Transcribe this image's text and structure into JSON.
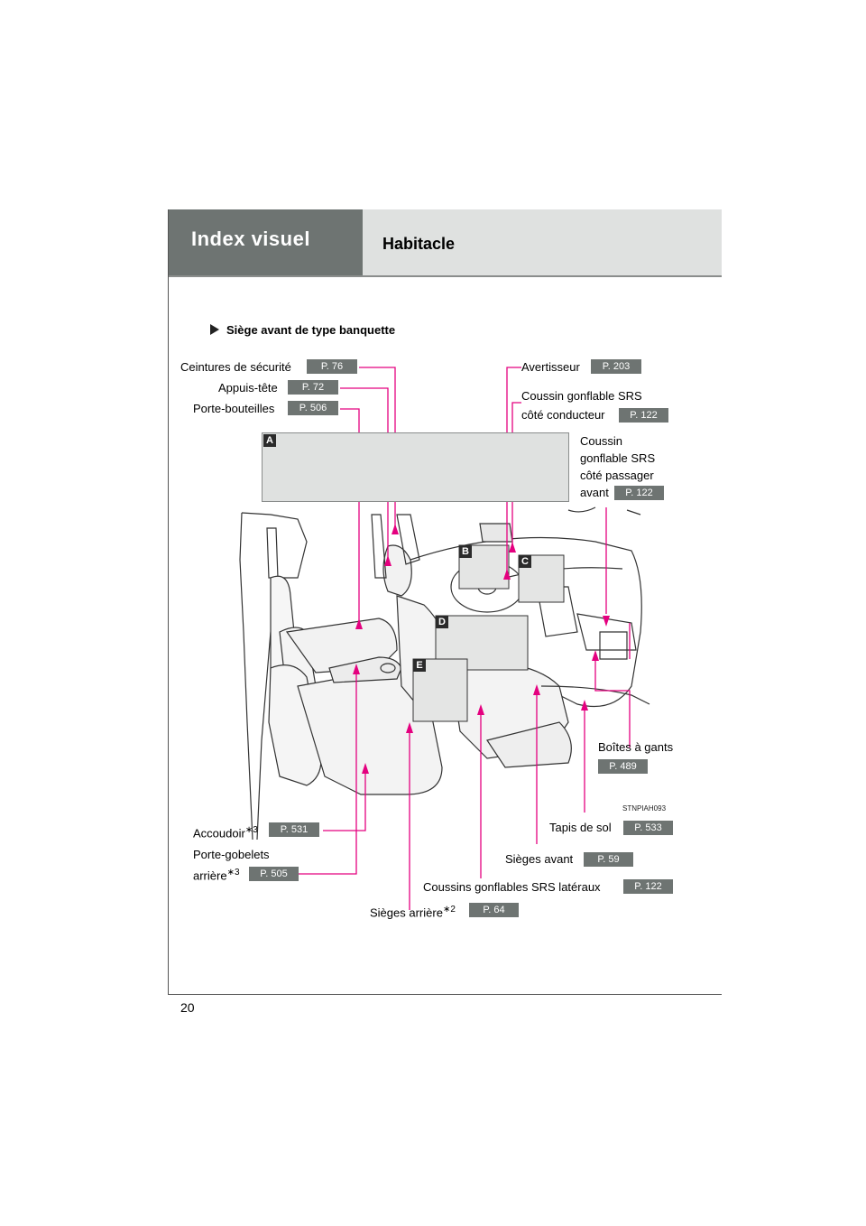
{
  "header": {
    "title": "Index visuel",
    "subtitle": "Habitacle"
  },
  "section_title": "Siège avant de type banquette",
  "tag_a": "A",
  "tags": {
    "b": "B",
    "c": "C",
    "d": "D",
    "e": "E"
  },
  "image_code": "STNPIAH093",
  "page_number": "20",
  "labels": {
    "seatbelts": {
      "text": "Ceintures de sécurité",
      "page": "P. 76"
    },
    "headrests": {
      "text": "Appuis-tête",
      "page": "P. 72"
    },
    "bottle_holders": {
      "text": "Porte-bouteilles",
      "page": "P. 506"
    },
    "horn": {
      "text": "Avertisseur",
      "page": "P. 203"
    },
    "driver_airbag": {
      "line1": "Coussin gonflable SRS",
      "line2": "côté conducteur",
      "page": "P. 122"
    },
    "passenger_airbag": {
      "line1": "Coussin",
      "line2": "gonflable SRS",
      "line3": "côté passager",
      "line4": "avant",
      "page": "P. 122"
    },
    "glove_boxes": {
      "text": "Boîtes à gants",
      "page": "P. 489"
    },
    "floor_mats": {
      "text": "Tapis de sol",
      "page": "P. 533"
    },
    "front_seats": {
      "text": "Sièges avant",
      "page": "P. 59"
    },
    "side_airbags": {
      "text": "Coussins gonflables SRS latéraux",
      "page": "P. 122"
    },
    "rear_seats": {
      "text": "Sièges arrière",
      "sup": "∗2",
      "page": "P. 64"
    },
    "armrest": {
      "text": "Accoudoir",
      "sup": "∗3",
      "page": "P. 531"
    },
    "cup_holders": {
      "line1": "Porte-gobelets",
      "line2": "arrière",
      "sup": "∗3",
      "page": "P. 505"
    }
  },
  "colors": {
    "leader": "#e4007f",
    "header_dark": "#6e7472",
    "header_light": "#dfe1e0",
    "page_badge": "#6e7472"
  }
}
